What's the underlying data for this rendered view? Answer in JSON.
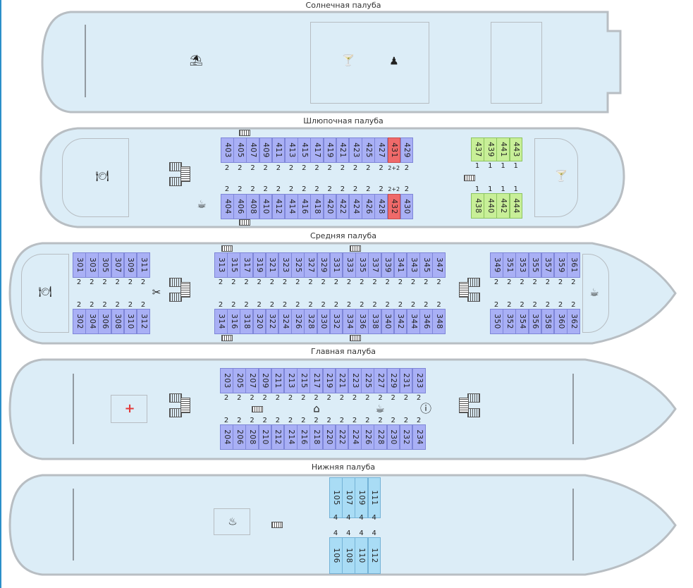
{
  "decks": [
    {
      "id": "sun",
      "title": "Солнечная палуба"
    },
    {
      "id": "boat",
      "title": "Шлюпочная палуба"
    },
    {
      "id": "middle",
      "title": "Средняя палуба"
    },
    {
      "id": "main",
      "title": "Главная палуба"
    },
    {
      "id": "lower",
      "title": "Нижняя палуба"
    }
  ],
  "cabins": {
    "boat_top": [
      {
        "n": "403",
        "c": "2"
      },
      {
        "n": "405",
        "c": "2"
      },
      {
        "n": "407",
        "c": "2"
      },
      {
        "n": "409",
        "c": "2"
      },
      {
        "n": "411",
        "c": "2"
      },
      {
        "n": "413",
        "c": "2"
      },
      {
        "n": "415",
        "c": "2"
      },
      {
        "n": "417",
        "c": "2"
      },
      {
        "n": "419",
        "c": "2"
      },
      {
        "n": "421",
        "c": "2"
      },
      {
        "n": "423",
        "c": "2"
      },
      {
        "n": "425",
        "c": "2"
      },
      {
        "n": "427",
        "c": "2"
      },
      {
        "n": "431",
        "c": "2+2",
        "status": "red"
      },
      {
        "n": "429",
        "c": "2"
      }
    ],
    "boat_bottom": [
      {
        "n": "404",
        "c": "2"
      },
      {
        "n": "406",
        "c": "2"
      },
      {
        "n": "408",
        "c": "2"
      },
      {
        "n": "410",
        "c": "2"
      },
      {
        "n": "412",
        "c": "2"
      },
      {
        "n": "414",
        "c": "2"
      },
      {
        "n": "416",
        "c": "2"
      },
      {
        "n": "418",
        "c": "2"
      },
      {
        "n": "420",
        "c": "2"
      },
      {
        "n": "422",
        "c": "2"
      },
      {
        "n": "424",
        "c": "2"
      },
      {
        "n": "426",
        "c": "2"
      },
      {
        "n": "428",
        "c": "2"
      },
      {
        "n": "432",
        "c": "2+2",
        "status": "red"
      },
      {
        "n": "430",
        "c": "2"
      }
    ],
    "boat_aft_top": [
      {
        "n": "437",
        "c": "1"
      },
      {
        "n": "439",
        "c": "1"
      },
      {
        "n": "441",
        "c": "1"
      },
      {
        "n": "443",
        "c": "1"
      }
    ],
    "boat_aft_bottom": [
      {
        "n": "438",
        "c": "1"
      },
      {
        "n": "440",
        "c": "1"
      },
      {
        "n": "442",
        "c": "1"
      },
      {
        "n": "444",
        "c": "1"
      }
    ],
    "mid_a_top": [
      {
        "n": "301",
        "c": "2"
      },
      {
        "n": "303",
        "c": "2"
      },
      {
        "n": "305",
        "c": "2"
      },
      {
        "n": "307",
        "c": "2"
      },
      {
        "n": "309",
        "c": "2"
      },
      {
        "n": "311",
        "c": "2"
      }
    ],
    "mid_a_bottom": [
      {
        "n": "302",
        "c": "2"
      },
      {
        "n": "304",
        "c": "2"
      },
      {
        "n": "306",
        "c": "2"
      },
      {
        "n": "308",
        "c": "2"
      },
      {
        "n": "310",
        "c": "2"
      },
      {
        "n": "312",
        "c": "2"
      }
    ],
    "mid_b_top": [
      {
        "n": "313",
        "c": "2"
      },
      {
        "n": "315",
        "c": "2"
      },
      {
        "n": "317",
        "c": "2"
      },
      {
        "n": "319",
        "c": "2"
      },
      {
        "n": "321",
        "c": "2"
      },
      {
        "n": "323",
        "c": "2"
      },
      {
        "n": "325",
        "c": "2"
      },
      {
        "n": "327",
        "c": "2"
      },
      {
        "n": "329",
        "c": "2"
      },
      {
        "n": "331",
        "c": "2"
      },
      {
        "n": "333",
        "c": "2"
      },
      {
        "n": "335",
        "c": "2"
      },
      {
        "n": "337",
        "c": "2"
      },
      {
        "n": "339",
        "c": "2"
      },
      {
        "n": "341",
        "c": "2"
      },
      {
        "n": "343",
        "c": "2"
      },
      {
        "n": "345",
        "c": "2"
      },
      {
        "n": "347",
        "c": "2"
      }
    ],
    "mid_b_bottom": [
      {
        "n": "314",
        "c": "2"
      },
      {
        "n": "316",
        "c": "2"
      },
      {
        "n": "318",
        "c": "2"
      },
      {
        "n": "320",
        "c": "2"
      },
      {
        "n": "322",
        "c": "2"
      },
      {
        "n": "324",
        "c": "2"
      },
      {
        "n": "326",
        "c": "2"
      },
      {
        "n": "328",
        "c": "2"
      },
      {
        "n": "330",
        "c": "2"
      },
      {
        "n": "332",
        "c": "2"
      },
      {
        "n": "334",
        "c": "2"
      },
      {
        "n": "336",
        "c": "2"
      },
      {
        "n": "338",
        "c": "2"
      },
      {
        "n": "340",
        "c": "2"
      },
      {
        "n": "342",
        "c": "2"
      },
      {
        "n": "344",
        "c": "2"
      },
      {
        "n": "346",
        "c": "2"
      },
      {
        "n": "348",
        "c": "2"
      }
    ],
    "mid_c_top": [
      {
        "n": "349",
        "c": "2"
      },
      {
        "n": "351",
        "c": "2"
      },
      {
        "n": "353",
        "c": "2"
      },
      {
        "n": "355",
        "c": "2"
      },
      {
        "n": "357",
        "c": "2"
      },
      {
        "n": "359",
        "c": "2"
      },
      {
        "n": "361",
        "c": "2"
      }
    ],
    "mid_c_bottom": [
      {
        "n": "350",
        "c": "2"
      },
      {
        "n": "352",
        "c": "2"
      },
      {
        "n": "354",
        "c": "2"
      },
      {
        "n": "356",
        "c": "2"
      },
      {
        "n": "358",
        "c": "2"
      },
      {
        "n": "360",
        "c": "2"
      },
      {
        "n": "362",
        "c": "2"
      }
    ],
    "main_top": [
      {
        "n": "203",
        "c": "2"
      },
      {
        "n": "205",
        "c": "2"
      },
      {
        "n": "207",
        "c": "2"
      },
      {
        "n": "209",
        "c": "2"
      },
      {
        "n": "211",
        "c": "2"
      },
      {
        "n": "213",
        "c": "2"
      },
      {
        "n": "215",
        "c": "2"
      },
      {
        "n": "217",
        "c": "2"
      },
      {
        "n": "219",
        "c": "2"
      },
      {
        "n": "221",
        "c": "2"
      },
      {
        "n": "223",
        "c": "2"
      },
      {
        "n": "225",
        "c": "2"
      },
      {
        "n": "227",
        "c": "2"
      },
      {
        "n": "229",
        "c": "2"
      },
      {
        "n": "231",
        "c": "2"
      },
      {
        "n": "233",
        "c": "2"
      }
    ],
    "main_bottom": [
      {
        "n": "204",
        "c": "2"
      },
      {
        "n": "206",
        "c": "2"
      },
      {
        "n": "208",
        "c": "2"
      },
      {
        "n": "210",
        "c": "2"
      },
      {
        "n": "212",
        "c": "2"
      },
      {
        "n": "214",
        "c": "2"
      },
      {
        "n": "216",
        "c": "2"
      },
      {
        "n": "218",
        "c": "2"
      },
      {
        "n": "220",
        "c": "2"
      },
      {
        "n": "222",
        "c": "2"
      },
      {
        "n": "224",
        "c": "2"
      },
      {
        "n": "226",
        "c": "2"
      },
      {
        "n": "228",
        "c": "2"
      },
      {
        "n": "230",
        "c": "2"
      },
      {
        "n": "232",
        "c": "2"
      },
      {
        "n": "234",
        "c": "2"
      }
    ],
    "lower_top": [
      {
        "n": "105",
        "c": "4"
      },
      {
        "n": "107",
        "c": "4"
      },
      {
        "n": "109",
        "c": "4"
      },
      {
        "n": "111",
        "c": "4"
      }
    ],
    "lower_bottom": [
      {
        "n": "106",
        "c": "4"
      },
      {
        "n": "108",
        "c": "4"
      },
      {
        "n": "110",
        "c": "4"
      },
      {
        "n": "112",
        "c": "4"
      }
    ]
  },
  "amenities": {
    "sun": [
      "beach-umbrella-icon",
      "cocktail-icon",
      "concert-hall-icon"
    ],
    "boat": [
      "restaurant-icon",
      "cafe-icon",
      "cocktail-icon"
    ],
    "middle": [
      "restaurant-icon",
      "hairdresser-icon",
      "cafe-icon"
    ],
    "main": [
      "medical-icon",
      "iron-icon",
      "cafe-icon",
      "info-icon"
    ],
    "lower": [
      "sauna-icon"
    ]
  },
  "colors": {
    "hull_fill": "#dcedf7",
    "hull_stroke": "#b8bec3",
    "standard": "#a9b0f5",
    "suite": "#ef6a6a",
    "single": "#c8ef98",
    "lower": "#a9dcf5"
  }
}
